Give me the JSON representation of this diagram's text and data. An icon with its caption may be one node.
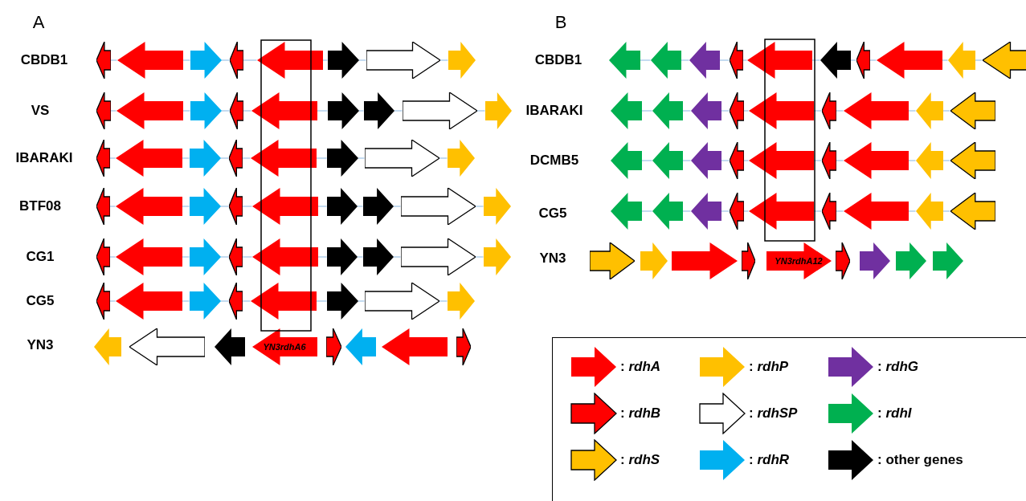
{
  "diagram": {
    "nodes": [
      {
        "text": [],
        "shape": "arrow"
      },
      {
        "text": [],
        "shape": "arrow"
      },
      {
        "text": [],
        "shape": "arrow"
      },
      {
        "text": [],
        "shape": "arrow"
      },
      {
        "text": [],
        "shape": "arrow"
      },
      {
        "text": [],
        "shape": "arrow"
      },
      {
        "text": [],
        "shape": "arrow"
      },
      {
        "text": [],
        "shape": "arrow"
      },
      {
        "text": [],
        "shape": "arrow"
      },
      {
        "text": [],
        "shape": "arrow"
      },
      {
        "text": [],
        "shape": "arrow"
      },
      {
        "text": [],
        "shape": "arrow"
      },
      {
        "text": [],
        "shape": "arrow"
      },
      {
        "text": [],
        "shape": "arrow"
      },
      {
        "text": [],
        "shape": "arrow"
      },
      {
        "text": [],
        "shape": "arrow"
      },
      {
        "text": [],
        "shape": "arrow"
      },
      {
        "text": [],
        "shape": "arrow"
      },
      {
        "text": [],
        "shape": "arrow"
      },
      {
        "text": [],
        "shape": "arrow"
      },
      {
        "text": [],
        "shape": "arrow"
      },
      {
        "text": [],
        "shape": "arrow"
      },
      {
        "text": [],
        "shape": "arrow"
      },
      {
        "text": [],
        "shape": "arrow"
      },
      {
        "text": [],
        "shape": "arrow"
      },
      {
        "text": [],
        "shape": "arrow"
      },
      {
        "text": [],
        "shape": "arrow"
      },
      {
        "text": [],
        "shape": "arrow"
      },
      {
        "text": [],
        "shape": "arrow"
      },
      {
        "text": [],
        "shape": "arrow"
      },
      {
        "text": [],
        "shape": "arrow"
      },
      {
        "text": [],
        "shape": "arrow"
      },
      {
        "text": [],
        "shape": "arrow"
      },
      {
        "text": [],
        "shape": "arrow"
      },
      {
        "text": [],
        "shape": "arrow"
      },
      {
        "text": [],
        "shape": "arrow"
      },
      {
        "text": [],
        "shape": "arrow"
      },
      {
        "text": [],
        "shape": "arrow"
      },
      {
        "text": [],
        "shape": "arrow"
      },
      {
        "text": [],
        "shape": "arrow"
      },
      {
        "text": [],
        "shape": "arrow"
      },
      {
        "text": [],
        "shape": "arrow"
      },
      {
        "text": [],
        "shape": "arrow"
      },
      {
        "text": [],
        "shape": "arrow"
      },
      {
        "text": [],
        "shape": "arrow"
      },
      {
        "text": [],
        "shape": "arrow"
      },
      {
        "text": [],
        "shape": "arrow"
      },
      {
        "text": [],
        "shape": "arrow"
      },
      {
        "text": [],
        "shape": "arrow"
      },
      {
        "text": [],
        "shape": "arrow"
      },
      {
        "text": [],
        "shape": "arrow"
      },
      {
        "text": [],
        "shape": "arrow"
      },
      {
        "text": [],
        "shape": "arrow"
      },
      {
        "text": [],
        "shape": "arrow"
      },
      {
        "text": [
          "YN3rdhA6"
        ]
      },
      {
        "text": [],
        "shape": "arrow"
      },
      {
        "text": [],
        "shape": "arrow"
      },
      {
        "text": [],
        "shape": "arrow"
      },
      {
        "text": [],
        "shape": "arrow"
      },
      {
        "text": [],
        "shape": "arrow"
      },
      {
        "text": [],
        "shape": "arrow"
      },
      {
        "text": [],
        "shape": "arrow"
      },
      {
        "text": [],
        "shape": "arrow"
      },
      {
        "text": [],
        "shape": "arrow"
      },
      {
        "text": [],
        "shape": "arrow"
      },
      {
        "text": [],
        "shape": "arrow"
      },
      {
        "text": [],
        "shape": "arrow"
      },
      {
        "text": [],
        "shape": "arrow"
      },
      {
        "text": [],
        "shape": "arrow"
      },
      {
        "text": [],
        "shape": "arrow"
      },
      {
        "text": [],
        "shape": "arrow"
      },
      {
        "text": [],
        "shape": "arrow"
      },
      {
        "text": [],
        "shape": "arrow"
      },
      {
        "text": [],
        "shape": "arrow"
      },
      {
        "text": [],
        "shape": "arrow"
      },
      {
        "text": [],
        "shape": "arrow"
      },
      {
        "text": [],
        "shape": "arrow"
      },
      {
        "text": [],
        "shape": "arrow"
      },
      {
        "text": [],
        "shape": "arrow"
      },
      {
        "text": [],
        "shape": "arrow"
      },
      {
        "text": [],
        "shape": "arrow"
      },
      {
        "text": [],
        "shape": "arrow"
      },
      {
        "text": [],
        "shape": "arrow"
      },
      {
        "text": [],
        "shape": "arrow"
      },
      {
        "text": [],
        "shape": "arrow"
      },
      {
        "text": [],
        "shape": "arrow"
      },
      {
        "text": [],
        "shape": "arrow"
      },
      {
        "text": [],
        "shape": "arrow"
      },
      {
        "text": [],
        "shape": "arrow"
      },
      {
        "text": [],
        "shape": "arrow"
      },
      {
        "text": [],
        "shape": "arrow"
      },
      {
        "text": [],
        "shape": "arrow"
      },
      {
        "text": [],
        "shape": "arrow"
      },
      {
        "text": [],
        "shape": "arrow"
      },
      {
        "text": [],
        "shape": "arrow"
      },
      {
        "text": [],
        "shape": "arrow"
      },
      {
        "text": [],
        "shape": "arrow"
      },
      {
        "text": [],
        "shape": "arrow"
      },
      {
        "text": [],
        "shape": "arrow"
      },
      {
        "text": [],
        "shape": "arrow"
      },
      {
        "text": [
          "YN3rdhA12"
        ]
      },
      {
        "text": [],
        "shape": "arrow"
      },
      {
        "text": [],
        "shape": "arrow"
      },
      {
        "text": [],
        "shape": "arrow"
      },
      {
        "text": [],
        "shape": "arrow"
      }
    ],
    "edges": [
      {
        "from": 0,
        "to": 1,
        "arrow": "none"
      },
      {
        "from": 1,
        "to": 2,
        "arrow": "none"
      },
      {
        "from": 2,
        "to": 3,
        "arrow": "none"
      },
      {
        "from": 3,
        "to": 4,
        "arrow": "none"
      },
      {
        "from": 4,
        "to": 5,
        "arrow": "none"
      },
      {
        "from": 5,
        "to": 6,
        "arrow": "none"
      },
      {
        "from": 6,
        "to": 7,
        "arrow": "none"
      },
      {
        "from": 8,
        "to": 9,
        "arrow": "none"
      },
      {
        "from": 9,
        "to": 10,
        "arrow": "none"
      },
      {
        "from": 10,
        "to": 11,
        "arrow": "none"
      },
      {
        "from": 11,
        "to": 12,
        "arrow": "none"
      },
      {
        "from": 12,
        "to": 13,
        "arrow": "none"
      },
      {
        "from": 13,
        "to": 14,
        "arrow": "none"
      },
      {
        "from": 14,
        "to": 15,
        "arrow": "none"
      },
      {
        "from": 15,
        "to": 16,
        "arrow": "none"
      },
      {
        "from": 17,
        "to": 18,
        "arrow": "none"
      },
      {
        "from": 18,
        "to": 19,
        "arrow": "none"
      },
      {
        "from": 19,
        "to": 20,
        "arrow": "none"
      },
      {
        "from": 20,
        "to": 21,
        "arrow": "none"
      },
      {
        "from": 21,
        "to": 22,
        "arrow": "none"
      },
      {
        "from": 22,
        "to": 23,
        "arrow": "none"
      },
      {
        "from": 23,
        "to": 24,
        "arrow": "none"
      },
      {
        "from": 25,
        "to": 26,
        "arrow": "none"
      },
      {
        "from": 26,
        "to": 27,
        "arrow": "none"
      },
      {
        "from": 27,
        "to": 28,
        "arrow": "none"
      },
      {
        "from": 28,
        "to": 29,
        "arrow": "none"
      },
      {
        "from": 29,
        "to": 30,
        "arrow": "none"
      },
      {
        "from": 30,
        "to": 31,
        "arrow": "none"
      },
      {
        "from": 31,
        "to": 32,
        "arrow": "none"
      },
      {
        "from": 32,
        "to": 33,
        "arrow": "none"
      },
      {
        "from": 34,
        "to": 35,
        "arrow": "none"
      },
      {
        "from": 35,
        "to": 36,
        "arrow": "none"
      },
      {
        "from": 36,
        "to": 37,
        "arrow": "none"
      },
      {
        "from": 37,
        "to": 38,
        "arrow": "none"
      },
      {
        "from": 38,
        "to": 39,
        "arrow": "none"
      },
      {
        "from": 39,
        "to": 40,
        "arrow": "none"
      },
      {
        "from": 40,
        "to": 41,
        "arrow": "none"
      },
      {
        "from": 41,
        "to": 42,
        "arrow": "none"
      },
      {
        "from": 43,
        "to": 44,
        "arrow": "none"
      },
      {
        "from": 44,
        "to": 45,
        "arrow": "none"
      },
      {
        "from": 45,
        "to": 46,
        "arrow": "none"
      },
      {
        "from": 46,
        "to": 47,
        "arrow": "none"
      },
      {
        "from": 47,
        "to": 48,
        "arrow": "none"
      },
      {
        "from": 48,
        "to": 49,
        "arrow": "none"
      },
      {
        "from": 49,
        "to": 50,
        "arrow": "none"
      },
      {
        "from": 59,
        "to": 60,
        "arrow": "none"
      },
      {
        "from": 60,
        "to": 61,
        "arrow": "none"
      },
      {
        "from": 61,
        "to": 62,
        "arrow": "none"
      },
      {
        "from": 62,
        "to": 63,
        "arrow": "none"
      },
      {
        "from": 63,
        "to": 64,
        "arrow": "none"
      },
      {
        "from": 64,
        "to": 65,
        "arrow": "none"
      },
      {
        "from": 65,
        "to": 66,
        "arrow": "none"
      },
      {
        "from": 66,
        "to": 67,
        "arrow": "none"
      },
      {
        "from": 67,
        "to": 68,
        "arrow": "none"
      },
      {
        "from": 69,
        "to": 70,
        "arrow": "none"
      },
      {
        "from": 70,
        "to": 71,
        "arrow": "none"
      },
      {
        "from": 71,
        "to": 72,
        "arrow": "none"
      },
      {
        "from": 72,
        "to": 73,
        "arrow": "none"
      },
      {
        "from": 73,
        "to": 74,
        "arrow": "none"
      },
      {
        "from": 74,
        "to": 75,
        "arrow": "none"
      },
      {
        "from": 75,
        "to": 76,
        "arrow": "none"
      },
      {
        "from": 76,
        "to": 77,
        "arrow": "none"
      },
      {
        "from": 78,
        "to": 79,
        "arrow": "none"
      },
      {
        "from": 79,
        "to": 80,
        "arrow": "none"
      },
      {
        "from": 80,
        "to": 81,
        "arrow": "none"
      },
      {
        "from": 81,
        "to": 82,
        "arrow": "none"
      },
      {
        "from": 82,
        "to": 83,
        "arrow": "none"
      },
      {
        "from": 83,
        "to": 84,
        "arrow": "none"
      },
      {
        "from": 84,
        "to": 85,
        "arrow": "none"
      },
      {
        "from": 85,
        "to": 86,
        "arrow": "none"
      },
      {
        "from": 87,
        "to": 88,
        "arrow": "none"
      },
      {
        "from": 88,
        "to": 89,
        "arrow": "none"
      },
      {
        "from": 89,
        "to": 90,
        "arrow": "none"
      },
      {
        "from": 90,
        "to": 91,
        "arrow": "none"
      },
      {
        "from": 91,
        "to": 92,
        "arrow": "none"
      },
      {
        "from": 92,
        "to": 93,
        "arrow": "none"
      },
      {
        "from": 93,
        "to": 94,
        "arrow": "none"
      },
      {
        "from": 94,
        "to": 95,
        "arrow": "none"
      }
    ],
    "labels": [
      "A",
      "CBDB1",
      "VS",
      "IBARAKI",
      "BTF08",
      "CG1",
      "CG5",
      "YN3",
      "B",
      "CBDB1",
      "IBARAKI",
      "DCMB5",
      "CG5",
      "YN3"
    ],
    "legend": [
      {
        "text": ": *rdhA*",
        "color": "#ff0000"
      },
      {
        "text": ": *rdhP*",
        "color": "#ffc000"
      },
      {
        "text": ": *rdhG*",
        "color": "#7030a0"
      },
      {
        "text": ": *rdhB*",
        "color": "#ff0000"
      },
      {
        "text": ": *rdhSP*"
      },
      {
        "text": ": *rdhI*",
        "color": "#00b050"
      },
      {
        "text": ": *rdhS*",
        "color": "#ffc000"
      },
      {
        "text": ": *rdhR*",
        "color": "#00b0f0"
      },
      {
        "text": ": other genes",
        "color": "#000000"
      }
    ]
  }
}
